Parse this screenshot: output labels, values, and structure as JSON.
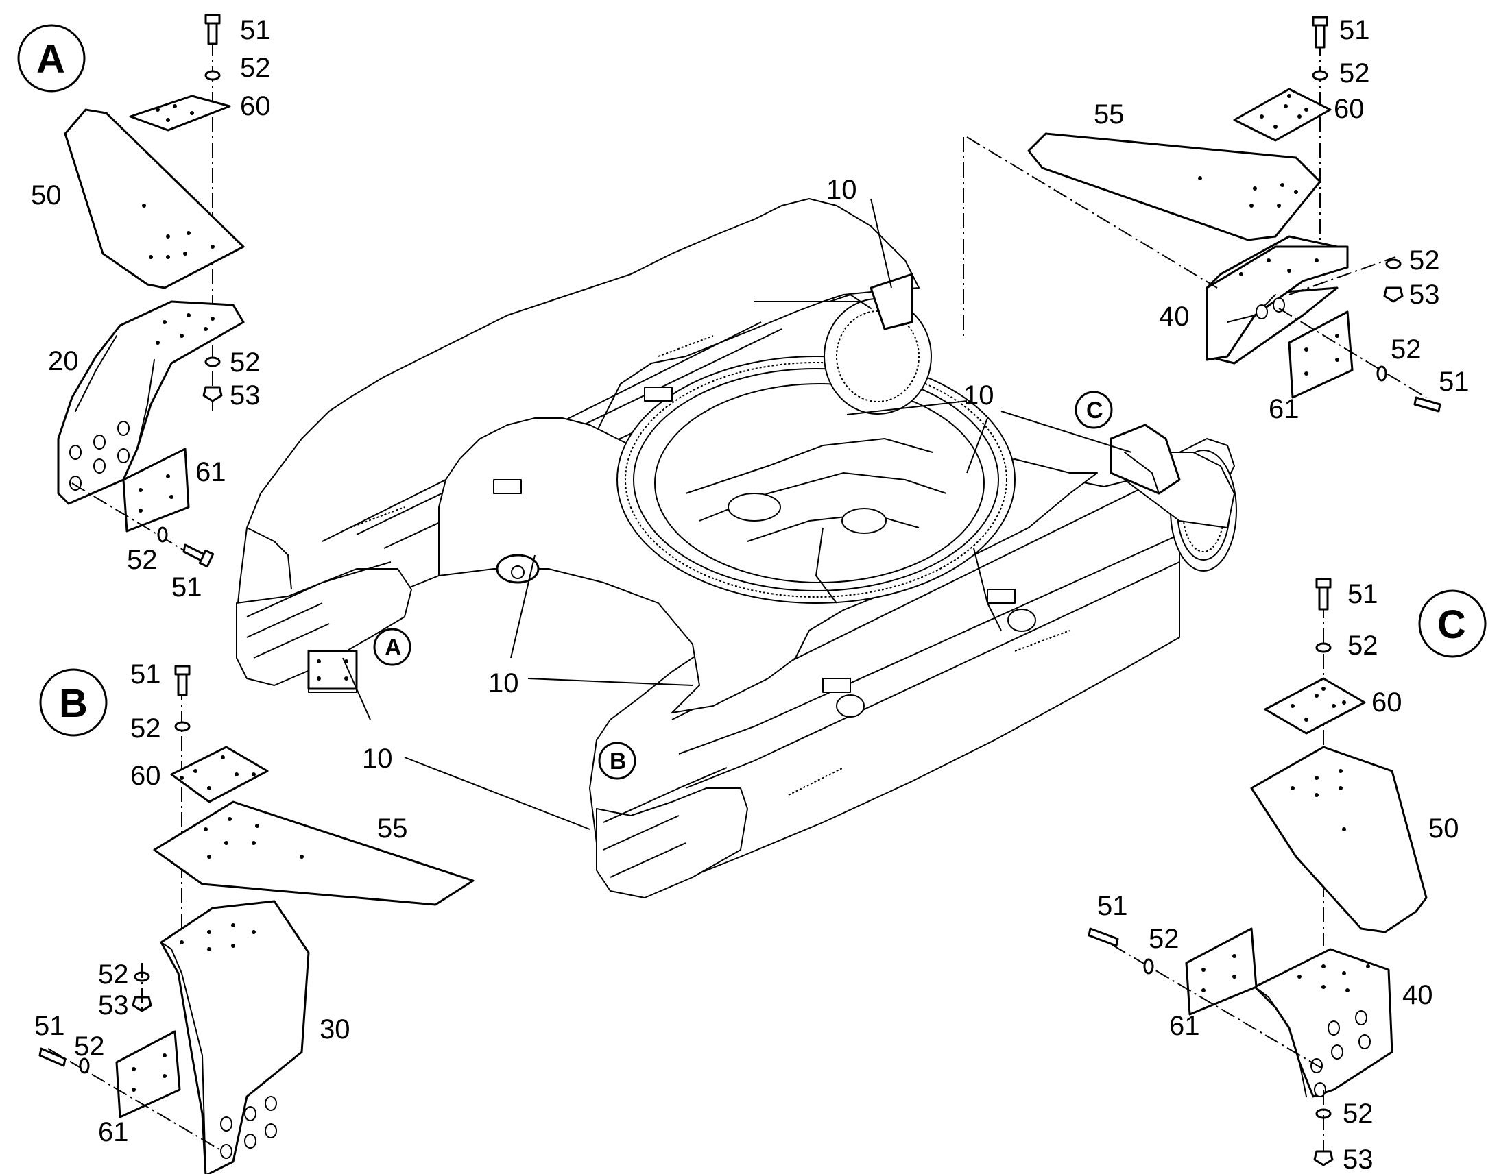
{
  "diagram": {
    "callouts": {
      "detail_a": "A",
      "detail_b": "B",
      "detail_c": "C",
      "frame_a": "A",
      "frame_b": "B",
      "frame_c": "C"
    },
    "detail_a_labels": {
      "bolt_top": "51",
      "washer_top": "52",
      "plate_top": "60",
      "step": "50",
      "bracket": "20",
      "washer_lower": "52",
      "nut_lower": "53",
      "side_plate": "61",
      "washer_side": "52",
      "bolt_side": "51"
    },
    "detail_b_labels": {
      "bolt_top": "51",
      "washer_top": "52",
      "plate_top": "60",
      "step": "55",
      "washer_lower": "52",
      "nut_lower": "53",
      "bracket": "30",
      "bolt_side": "51",
      "washer_side": "52",
      "side_plate": "61"
    },
    "detail_c_top_labels": {
      "bolt_top": "51",
      "washer_top": "52",
      "plate_top": "60",
      "step": "55",
      "washer_right": "52",
      "nut_right": "53",
      "bracket": "40",
      "washer_side": "52",
      "bolt_side": "51",
      "side_plate": "61"
    },
    "detail_c_bottom_labels": {
      "bolt_top": "51",
      "washer_top": "52",
      "plate_top": "60",
      "step": "50",
      "bolt_side": "51",
      "washer_side": "52",
      "bracket": "40",
      "side_plate": "61",
      "washer_lower": "52",
      "nut_lower": "53"
    },
    "frame_labels": {
      "ref_upper": "10",
      "ref_right": "10",
      "ref_center": "10",
      "ref_left": "10"
    }
  }
}
